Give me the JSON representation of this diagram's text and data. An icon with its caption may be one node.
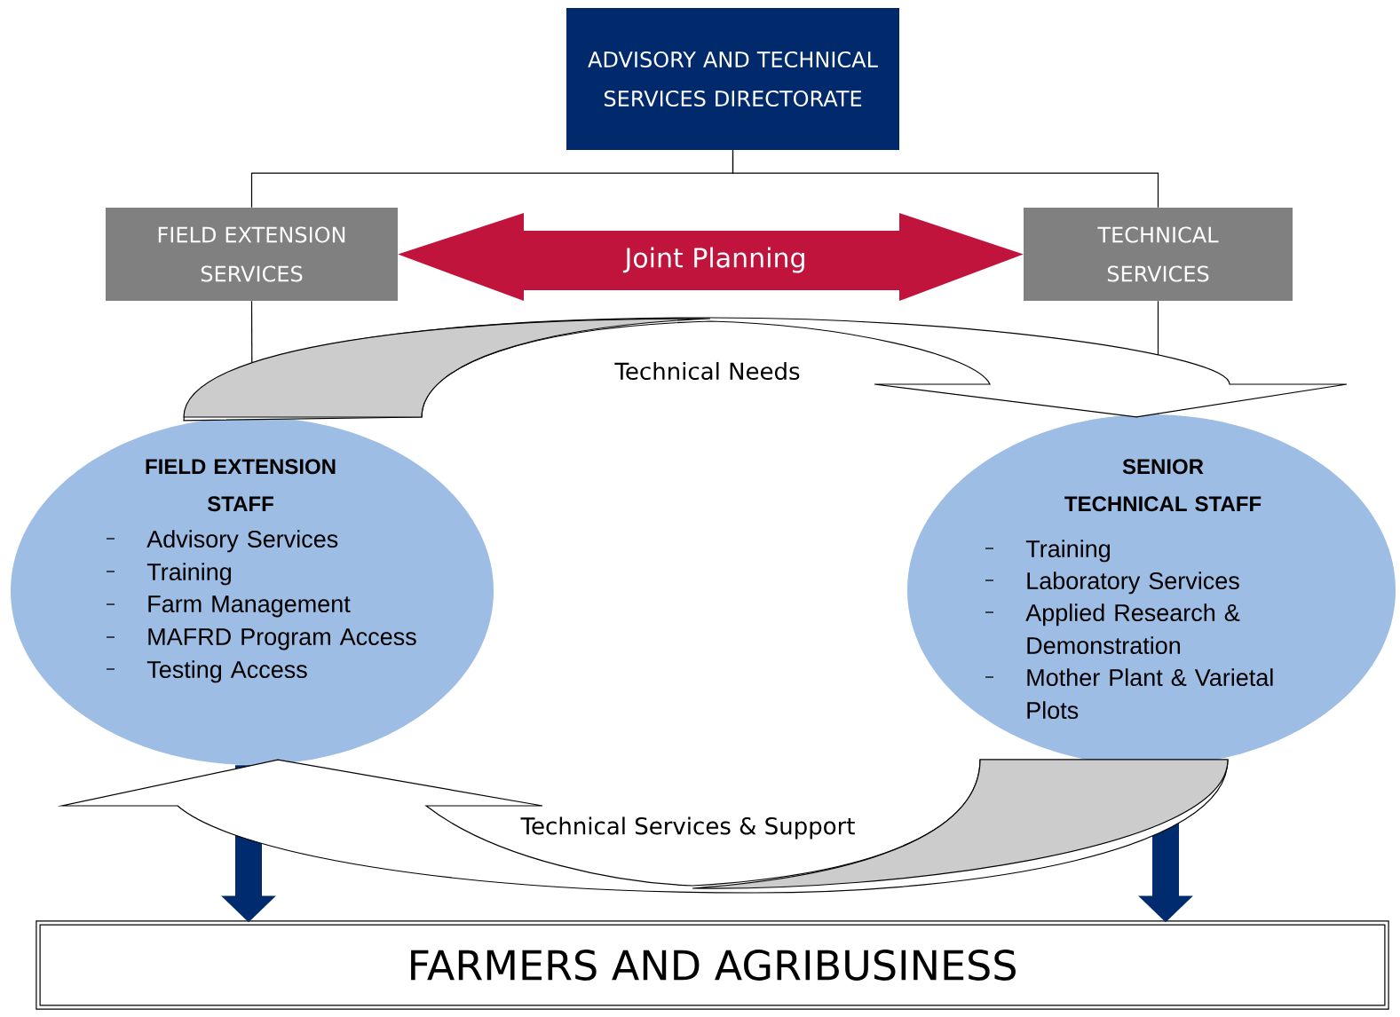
{
  "diagram": {
    "nodes": [
      {
        "text": [
          "ADVISORY AND TECHNICAL SERVICES DIRECTORATE"
        ]
      },
      {
        "text": [
          "FIELD EXTENSION SERVICES"
        ]
      },
      {
        "text": [
          "TECHNICAL SERVICES"
        ]
      },
      {
        "text": [
          "FIELD EXTENSION STAFF",
          "Advisory Services",
          "Training",
          "Farm Management",
          "MAFRD Program Access",
          "Testing Access"
        ]
      },
      {
        "text": [
          "SENIOR TECHNICAL STAFF",
          "Training",
          "Laboratory Services",
          "Applied Research & Demonstration",
          "Mother Plant & Varietal Plots"
        ]
      },
      {
        "text": [
          "FARMERS AND AGRIBUSINESS"
        ]
      }
    ],
    "edges": [
      {
        "from": 0,
        "to": 1,
        "arrow": "none"
      },
      {
        "from": 0,
        "to": 2,
        "arrow": "none"
      },
      {
        "from": 1,
        "to": 2,
        "arrow": "both",
        "label": "Joint Planning",
        "style": "thick",
        "color": "#c0143c"
      },
      {
        "from": 1,
        "to": 3,
        "arrow": "none"
      },
      {
        "from": 2,
        "to": 4,
        "arrow": "none"
      },
      {
        "from": 3,
        "to": 4,
        "arrow": "to",
        "label": "Technical Needs",
        "style": "thick"
      },
      {
        "from": 4,
        "to": 3,
        "arrow": "to",
        "label": "Technical Services & Support",
        "style": "thick"
      },
      {
        "from": 3,
        "to": 5,
        "arrow": "to",
        "style": "thick",
        "color": "#002b6e"
      },
      {
        "from": 4,
        "to": 5,
        "arrow": "to",
        "style": "thick",
        "color": "#002b6e"
      }
    ]
  }
}
